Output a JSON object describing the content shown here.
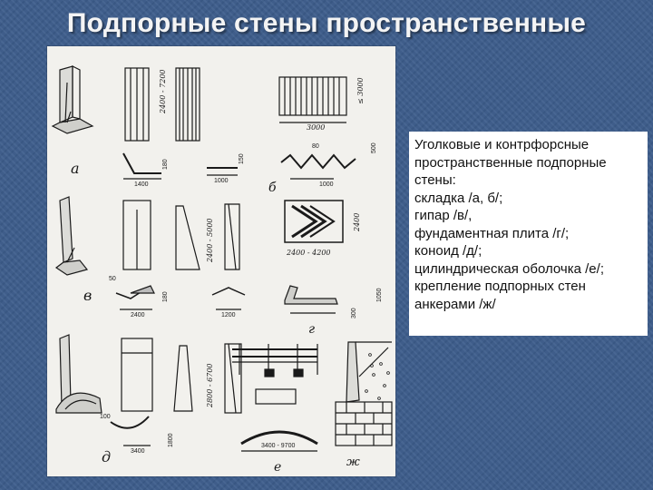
{
  "slide": {
    "title": "Подпорные стены пространственные"
  },
  "description": {
    "lines": [
      "Уголковые и контрфорсные",
      "пространственные подпорные",
      "стены:",
      "складка /а, б/;",
      "гипар /в/,",
      "фундаментная плита /г/;",
      "коноид /д/;",
      "цилиндрическая оболочка /е/;",
      "крепление подпорных стен",
      "анкерами /ж/"
    ]
  },
  "drawing": {
    "dims": {
      "a_height": "2400 - 7200",
      "b_height": "≤ 3000",
      "b_width": "3000",
      "b_depth": "500",
      "a_base": "1400",
      "a_thick_1": "180",
      "a_base_2": "1000",
      "a_thick_2": "150",
      "b_pitch": "1000",
      "b_angle": "80",
      "c_height": "2400 - 5000",
      "d_height": "2400",
      "d_width": "2400 - 4200",
      "d_thick": "1050",
      "c_base": "2400",
      "c_thick_1": "180",
      "c_base_2": "1200",
      "c_angle": "50",
      "d_base": "300",
      "e_height": "2800 - 6700",
      "f_base": "3400",
      "f_thick": "1800",
      "f_radius": "100",
      "e_span": "3400 - 9700"
    },
    "labels": {
      "a": "а",
      "b": "б",
      "v": "в",
      "g": "г",
      "d": "д",
      "e": "е",
      "zh": "ж"
    }
  }
}
